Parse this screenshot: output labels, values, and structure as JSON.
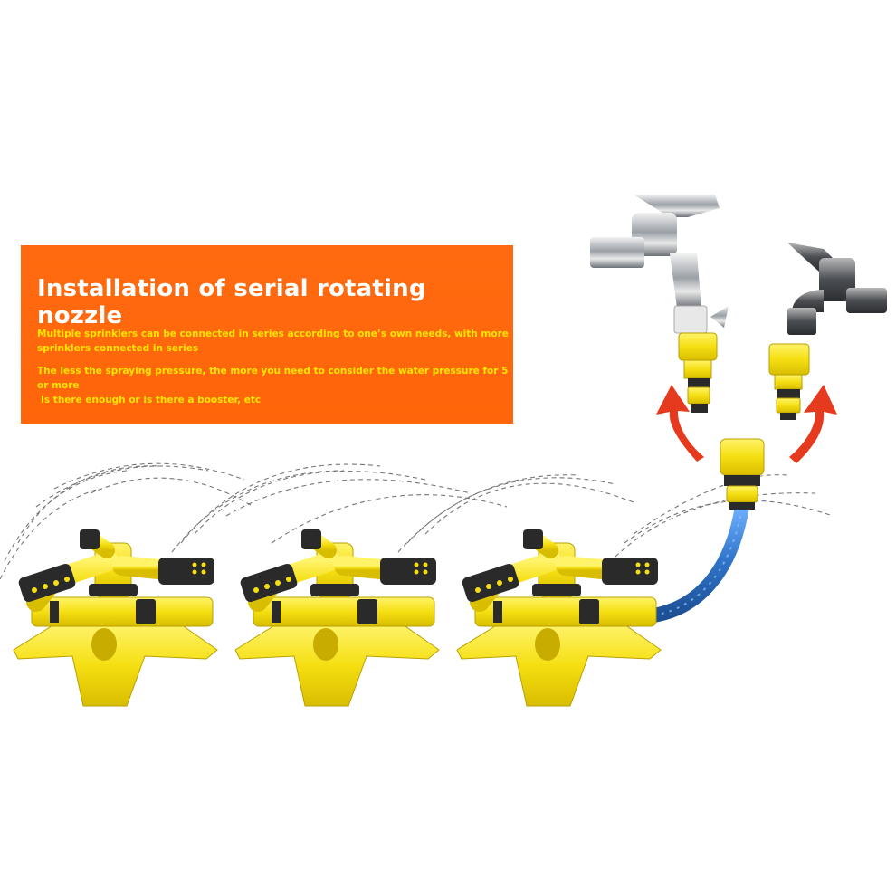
{
  "banner": {
    "title": "Installation of serial rotating nozzle",
    "line1": "Multiple sprinklers can be connected in series according to one’s own needs, with more",
    "line2": "sprinklers connected in series",
    "line3": "The less the spraying pressure, the more you need to consider the water pressure for 5",
    "line4": "or more",
    "line5": " Is there enough or is there a booster, etc"
  },
  "colors": {
    "banner": "#ff6a10",
    "title_text": "#ffffff",
    "body_text": "#ffe600",
    "sprinkler_yellow": "#f7e31c",
    "hose_blue": "#2f74c9",
    "arrow_red": "#e63a1e"
  },
  "scene": {
    "sprinkler_count": 3,
    "faucet_count": 2,
    "icons": [
      "sprinkler-icon",
      "faucet-icon",
      "hose-connector-icon",
      "curved-arrow-icon"
    ]
  }
}
